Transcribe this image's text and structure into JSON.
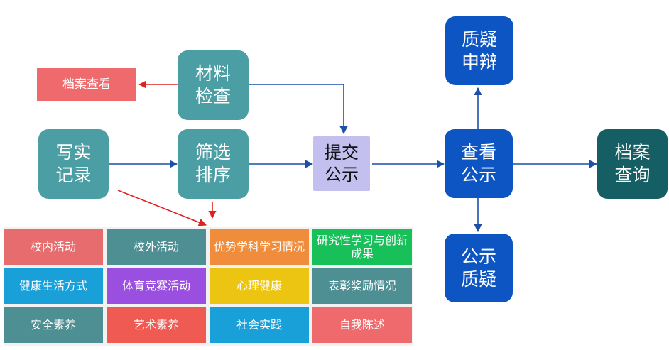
{
  "nodes": {
    "archive_view": "档案查看",
    "material_check": [
      "材料",
      "检查"
    ],
    "record": [
      "写实",
      "记录"
    ],
    "filter_sort": [
      "筛选",
      "排序"
    ],
    "submit_public": [
      "提交",
      "公示"
    ],
    "view_public": [
      "查看",
      "公示"
    ],
    "appeal": [
      "质疑",
      "申辩"
    ],
    "public_question": [
      "公示",
      "质疑"
    ],
    "archive_query": [
      "档案",
      "查询"
    ]
  },
  "categories": [
    {
      "label": "校内活动",
      "color": "#e66c6e"
    },
    {
      "label": "校外活动",
      "color": "#4e8f93"
    },
    {
      "label": "优势学科学习情况",
      "color": "#ef8d3d"
    },
    {
      "label": "研究性学习与创新成果",
      "color": "#18c05a"
    },
    {
      "label": "健康生活方式",
      "color": "#1aa0d8"
    },
    {
      "label": "体育竞赛活动",
      "color": "#9a4fe0"
    },
    {
      "label": "心理健康",
      "color": "#ebc512"
    },
    {
      "label": "表彰奖励情况",
      "color": "#4e8f93"
    },
    {
      "label": "安全素养",
      "color": "#4e8f93"
    },
    {
      "label": "艺术素养",
      "color": "#ef5b52"
    },
    {
      "label": "社会实践",
      "color": "#1aa0d8"
    },
    {
      "label": "自我陈述",
      "color": "#ef6a6d"
    }
  ],
  "colors": {
    "flow_arrow": "#1c4fa8",
    "red_arrow": "#dd2222"
  }
}
